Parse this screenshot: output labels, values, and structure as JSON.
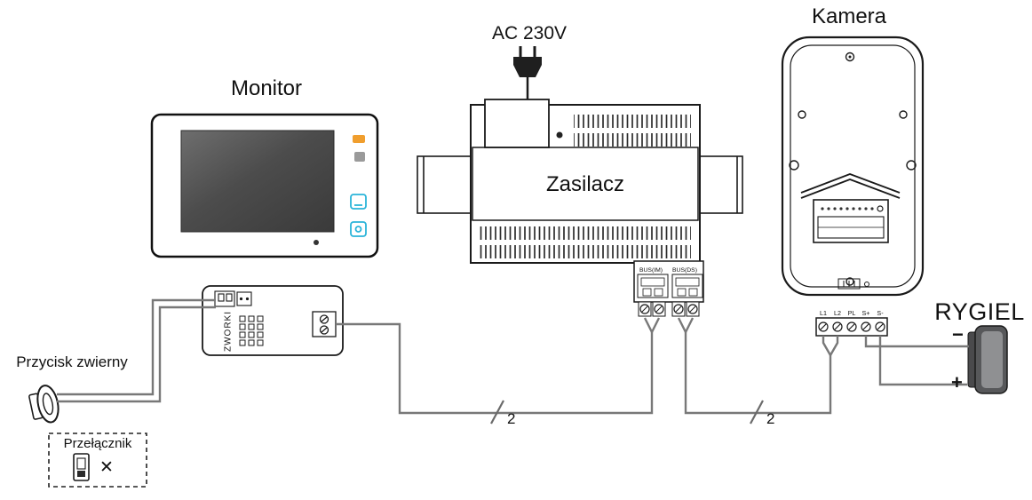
{
  "diagram": {
    "monitor": {
      "label": "Monitor"
    },
    "power": {
      "plug_label": "AC 230V",
      "supply_label": "Zasilacz",
      "bus_left": "BUS(IM)",
      "bus_right": "BUS(DS)"
    },
    "camera": {
      "label": "Kamera",
      "terminals": [
        "L1",
        "L2",
        "PL",
        "S+",
        "S-"
      ]
    },
    "strike": {
      "label": "RYGIEL",
      "minus": "−",
      "plus": "+"
    },
    "button": {
      "label": "Przycisk zwierny"
    },
    "switch": {
      "label": "Przełącznik",
      "cross": "✕"
    },
    "junction": {
      "jumpers_label": "ZWORKI"
    },
    "wires": {
      "left_count": "2",
      "right_count": "2"
    }
  },
  "colors": {
    "wire": "#787878",
    "outline": "#1a1a1a",
    "screen_dark": "#4c4c4c",
    "accent_orange": "#f09e2e",
    "accent_cyan": "#2ab4d9",
    "strike_body": "#57585a",
    "strike_face": "#8f9092"
  }
}
